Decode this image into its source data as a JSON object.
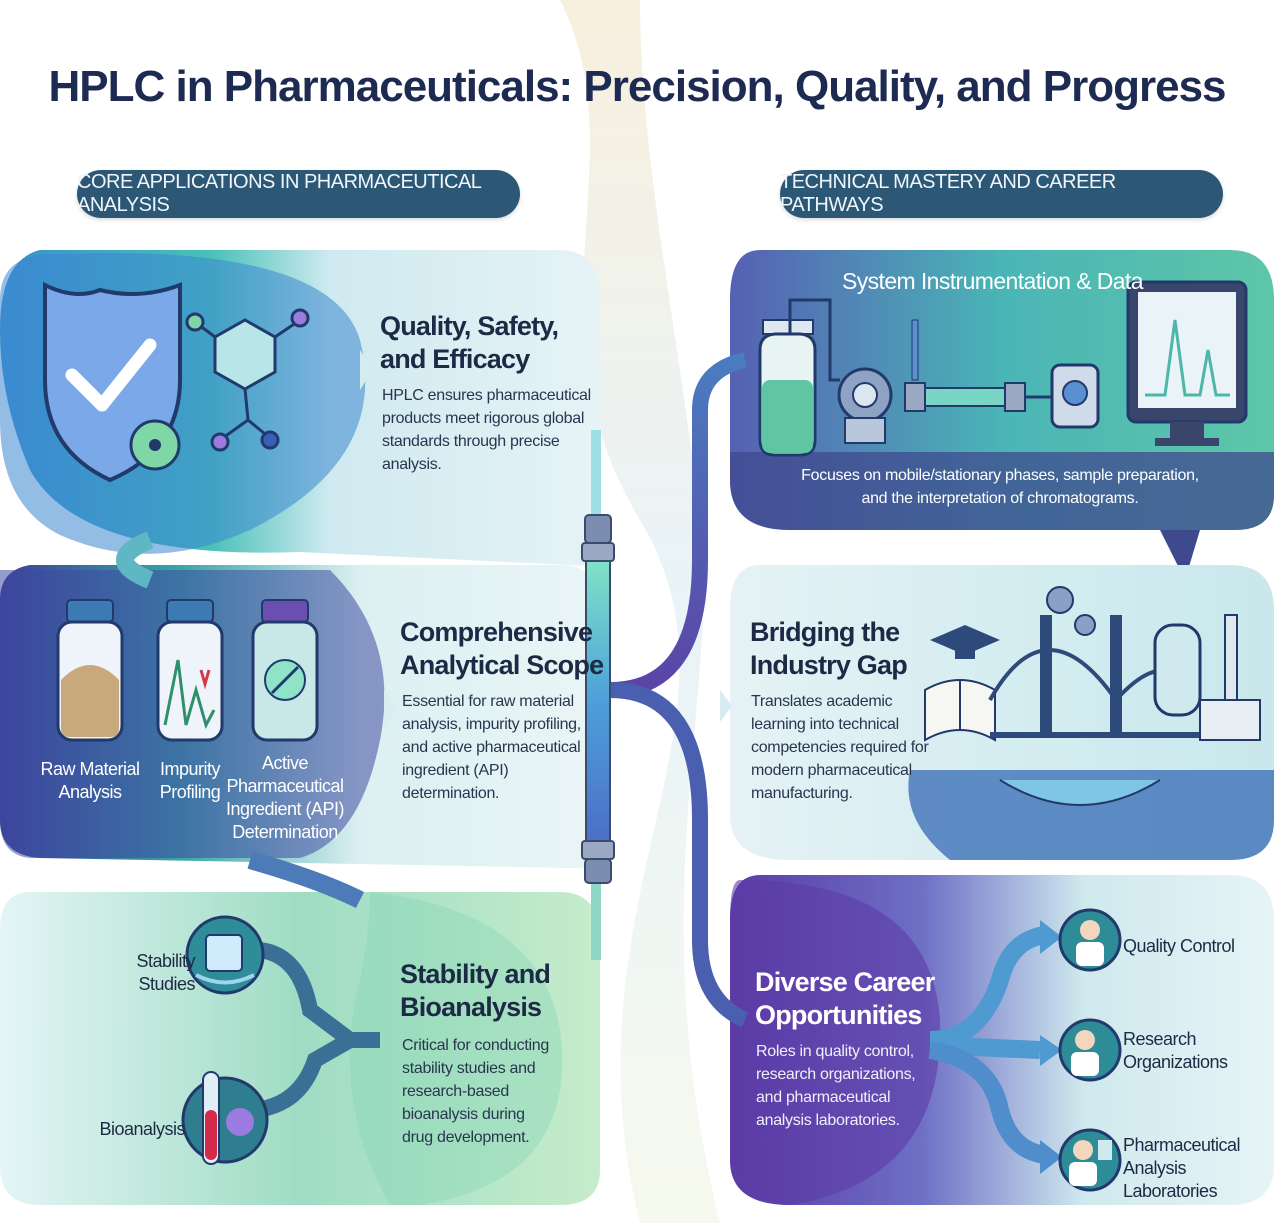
{
  "title": "HPLC in Pharmaceuticals: Precision, Quality, and Progress",
  "left_header": "CORE APPLICATIONS IN PHARMACEUTICAL ANALYSIS",
  "right_header": "TECHNICAL MASTERY AND CAREER PATHWAYS",
  "quality": {
    "heading_line1": "Quality, Safety,",
    "heading_line2": "and Efficacy",
    "body": [
      "HPLC ensures pharmaceutical",
      "products meet rigorous global",
      "standards through precise",
      "analysis."
    ]
  },
  "scope": {
    "heading_line1": "Comprehensive",
    "heading_line2": "Analytical Scope",
    "body": [
      "Essential for raw material",
      "analysis, impurity profiling,",
      "and active pharmaceutical",
      "ingredient (API)",
      "determination."
    ],
    "labels": {
      "raw": [
        "Raw Material",
        "Analysis"
      ],
      "impurity": [
        "Impurity",
        "Profiling"
      ],
      "api": [
        "Active",
        "Pharmaceutical",
        "Ingredient (API)",
        "Determination"
      ]
    }
  },
  "stability": {
    "heading_line1": "Stability and",
    "heading_line2": "Bioanalysis",
    "body": [
      "Critical for conducting",
      "stability studies and",
      "research-based",
      "bioanalysis during",
      "drug development."
    ],
    "label_stability": [
      "Stability",
      "Studies"
    ],
    "label_bio": "Bioanalysis"
  },
  "system": {
    "heading": "System Instrumentation & Data",
    "caption_line1": "Focuses on mobile/stationary phases, sample preparation,",
    "caption_line2": "and the interpretation of chromatograms."
  },
  "bridge": {
    "heading_line1": "Bridging the",
    "heading_line2": "Industry Gap",
    "body": [
      "Translates academic",
      "learning into technical",
      "competencies required for",
      "modern pharmaceutical",
      "manufacturing."
    ]
  },
  "careers": {
    "heading_line1": "Diverse Career",
    "heading_line2": "Opportunities",
    "body": [
      "Roles in quality control,",
      "research organizations,",
      "and pharmaceutical",
      "analysis laboratories."
    ],
    "items": [
      {
        "lines": [
          "Quality Control"
        ]
      },
      {
        "lines": [
          "Research",
          "Organizations"
        ]
      },
      {
        "lines": [
          "Pharmaceutical",
          "Analysis Laboratories"
        ]
      }
    ]
  },
  "colors": {
    "header_pill": "#2c5876",
    "title": "#1d2b52",
    "teal": "#3fb7b0",
    "purple": "#5b4ea8",
    "light_panel": "#dff0f4"
  }
}
